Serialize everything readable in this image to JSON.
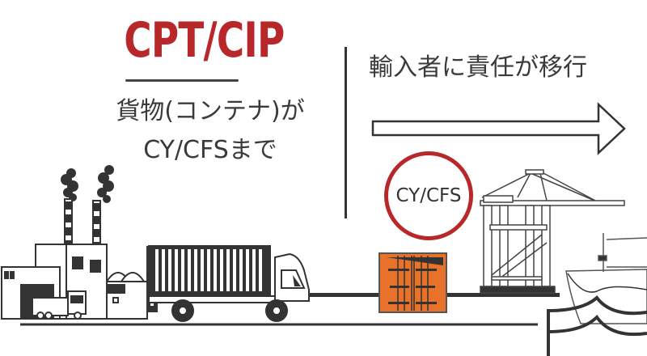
{
  "title": {
    "label": "CPT/CIP",
    "color": "#b8282a"
  },
  "left_panel": {
    "line1": "貨物(コンテナ)が",
    "line2": "CY/CFSまで"
  },
  "right_panel": {
    "caption": "輸入者に責任が移行",
    "arrow_direction": "right"
  },
  "location_badge": {
    "label": "CY/CFS",
    "ring_color": "#b8282a"
  },
  "illustrations": {
    "factory": "factory-with-smokestacks",
    "truck": "container-truck",
    "container": "orange-shipping-container",
    "crane": "gantry-crane",
    "ship": "container-ship",
    "waves": "sea-waves",
    "container_color": "#e8722a"
  }
}
